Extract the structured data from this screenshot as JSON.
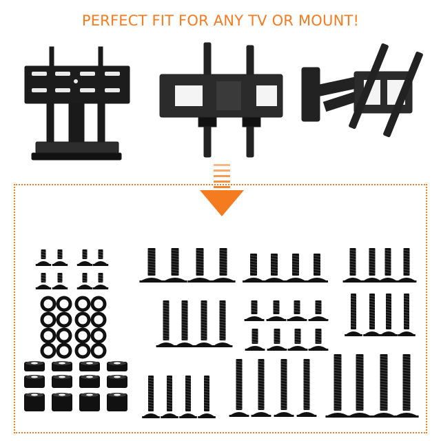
{
  "headline": "PERFECT FIT FOR ANY TV OR MOUNT!",
  "colors": {
    "accent": "#f47b20",
    "hardware": "#111111",
    "steel": "#2a2a2a"
  },
  "mounts": [
    {
      "icon": "tabletop-stand-icon"
    },
    {
      "icon": "tilting-wall-mount-icon"
    },
    {
      "icon": "full-motion-mount-icon"
    }
  ],
  "hardware_kit": {
    "icon": "screw-kit-icon",
    "groups": [
      {
        "icon": "small-screw-icon",
        "count": 8
      },
      {
        "icon": "washer-icon",
        "count": 16
      },
      {
        "icon": "spacer-icon",
        "count": 12
      },
      {
        "icon": "long-screw-icon",
        "count": 40
      }
    ]
  }
}
